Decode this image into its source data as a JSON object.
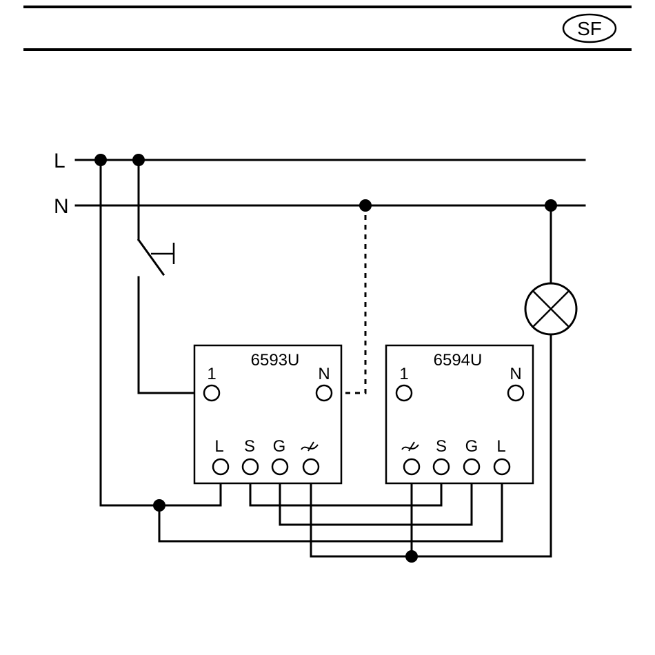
{
  "header": {
    "badge": "SF"
  },
  "lines": {
    "live": "L",
    "neutral": "N"
  },
  "module_a": {
    "model": "6593U",
    "terminals": {
      "t1": "1",
      "tN": "N",
      "tL": "L",
      "tS": "S",
      "tG": "G"
    }
  },
  "module_b": {
    "model": "6594U",
    "terminals": {
      "t1": "1",
      "tN": "N",
      "tL": "L",
      "tS": "S",
      "tG": "G"
    }
  }
}
